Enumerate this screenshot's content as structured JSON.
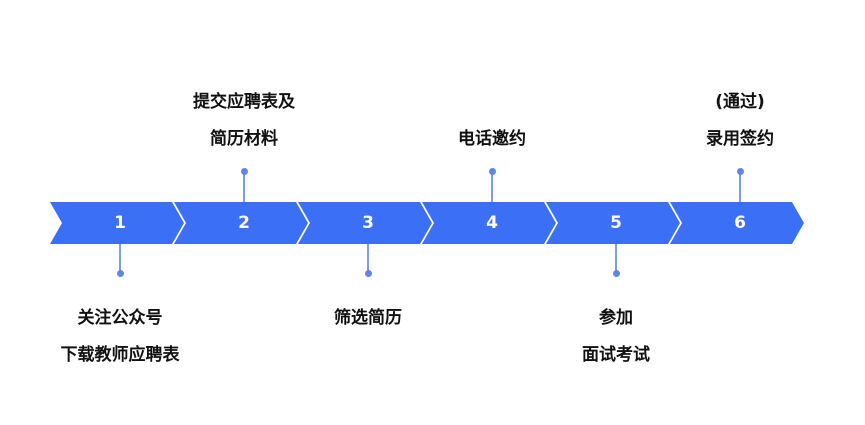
{
  "steps": [
    {
      "number": "1",
      "label_lines": [
        "关注公众号",
        "下载教师应聘表"
      ],
      "position": "below"
    },
    {
      "number": "2",
      "label_lines": [
        "提交应聘表及",
        "简历材料"
      ],
      "position": "above"
    },
    {
      "number": "3",
      "label_lines": [
        "筛选简历"
      ],
      "position": "below"
    },
    {
      "number": "4",
      "label_lines": [
        "电话邀约"
      ],
      "position": "above"
    },
    {
      "number": "5",
      "label_lines": [
        "参加",
        "面试考试"
      ],
      "position": "below"
    },
    {
      "number": "6",
      "label_lines": [
        "(通过)",
        "录用签约"
      ],
      "position": "above"
    }
  ],
  "colors": {
    "chevron": "#3b6ff5",
    "connector": "#7d9fe6"
  }
}
